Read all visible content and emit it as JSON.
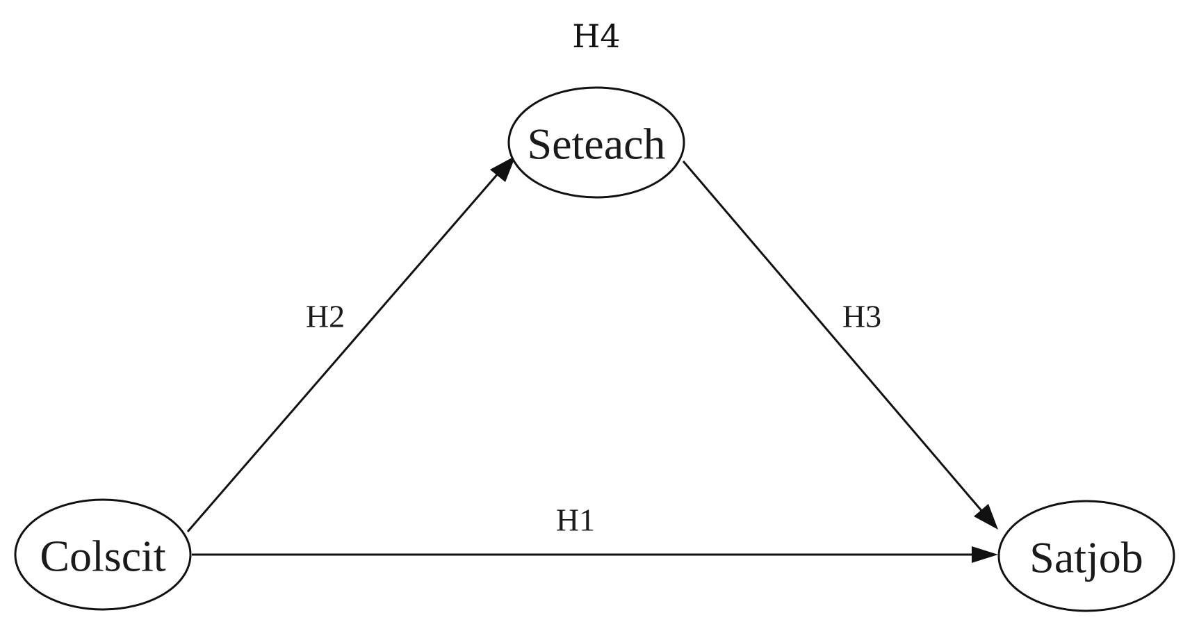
{
  "top_label": "H4",
  "nodes": {
    "seteach": {
      "label": "Seteach"
    },
    "colscit": {
      "label": "Colscit"
    },
    "satjob": {
      "label": "Satjob"
    }
  },
  "edges": {
    "h1": {
      "label": "H1",
      "from": "Colscit",
      "to": "Satjob"
    },
    "h2": {
      "label": "H2",
      "from": "Colscit",
      "to": "Seteach"
    },
    "h3": {
      "label": "H3",
      "from": "Seteach",
      "to": "Satjob"
    }
  }
}
